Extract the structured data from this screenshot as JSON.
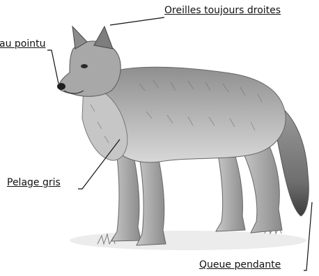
{
  "labels": {
    "ears": "Oreilles toujours droites",
    "muzzle": "au pointu",
    "coat": "Pelage gris",
    "tail": "Queue pendante"
  },
  "colors": {
    "background": "#ffffff",
    "text": "#111111",
    "fur_light": "#d9d9d9",
    "fur_mid": "#9a9a9a",
    "fur_dark": "#4a4a4a"
  }
}
